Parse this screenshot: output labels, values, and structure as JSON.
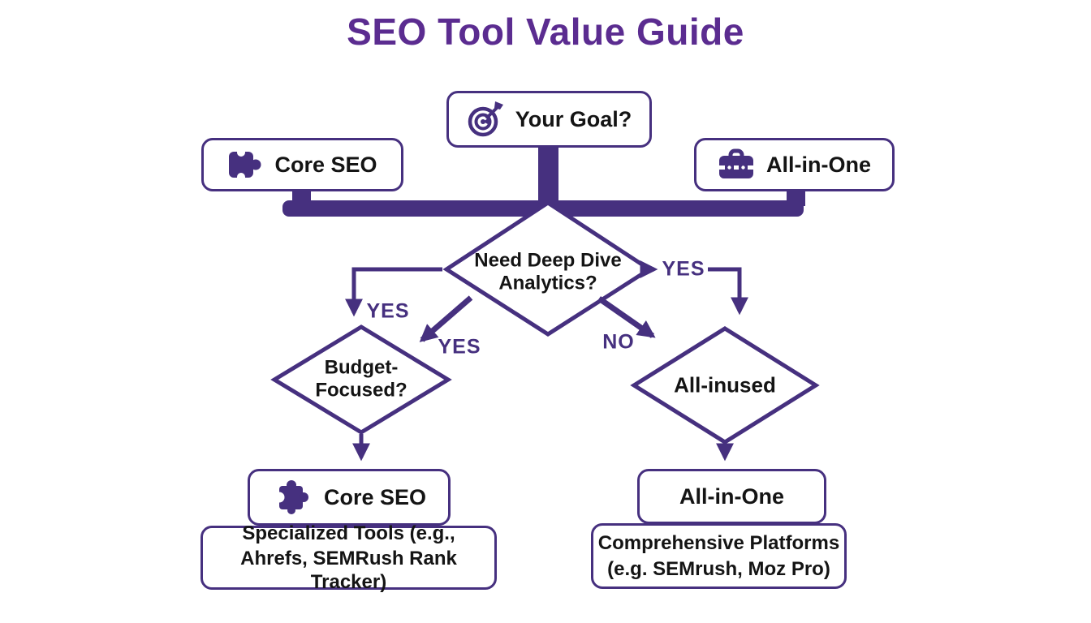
{
  "title": "SEO Tool Value Guide",
  "colors": {
    "diagram_purple": "#46307f",
    "title_purple": "#5b2c90",
    "text_black": "#141414",
    "background": "#ffffff"
  },
  "nodes": {
    "your_goal": {
      "label": "Your Goal?",
      "icon": "target-icon"
    },
    "core_seo_top": {
      "label": "Core SEO",
      "icon": "puzzle-icon"
    },
    "all_in_one_top": {
      "label": "All-in-One",
      "icon": "briefcase-icon"
    },
    "deep_dive": {
      "line1": "Need Deep Dive",
      "line2": "Analytics?"
    },
    "budget_focused": {
      "line1": "Budget-",
      "line2": "Focused?"
    },
    "all_inused": {
      "label": "All-inused"
    },
    "core_seo_bottom": {
      "label": "Core SEO",
      "icon": "puzzle-icon"
    },
    "specialized_tools": {
      "line1": "Specialized Tools (e.g.,",
      "line2": "Ahrefs, SEMRush Rank Tracker)"
    },
    "all_in_one_bottom": {
      "label": "All-in-One"
    },
    "comprehensive_platforms": {
      "line1": "Comprehensive Platforms",
      "line2": "(e.g. SEMrush, Moz Pro)"
    }
  },
  "edge_labels": {
    "left_elbow": "YES",
    "left_diagonal": "YES",
    "right_elbow": "YES",
    "no_diagonal": "NO"
  }
}
